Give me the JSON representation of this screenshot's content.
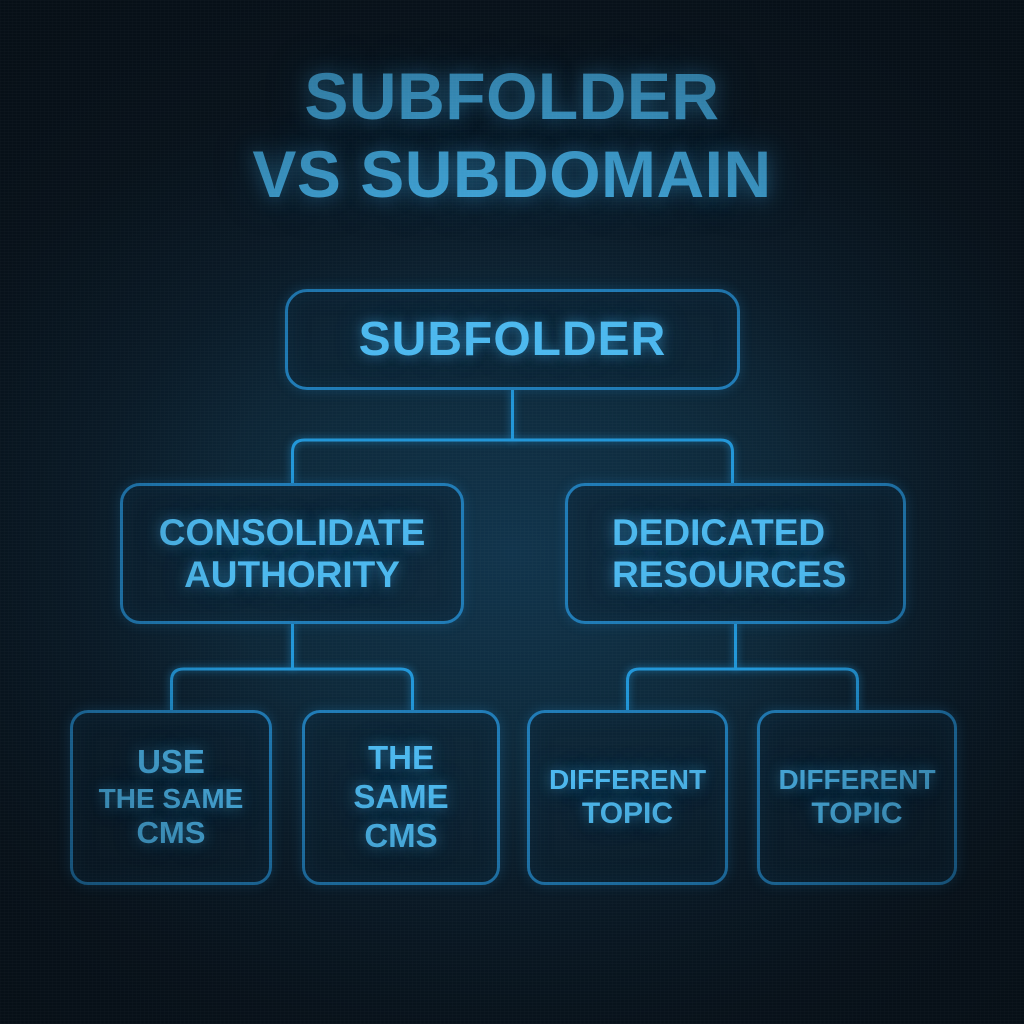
{
  "title": {
    "line1": "SUBFOLDER",
    "line2": "VS SUBDOMAIN"
  },
  "colors": {
    "background": "#0a1620",
    "background_center": "#11344c",
    "text": "#4cb8ee",
    "border": "#1f7bb6",
    "connector": "#2196d8"
  },
  "diagram": {
    "type": "tree",
    "root": {
      "label": "SUBFOLDER"
    },
    "branches": [
      {
        "label_line1": "CONSOLIDATE",
        "label_line2": "AUTHORITY"
      },
      {
        "label_line1": "DEDICATED",
        "label_line2": "RESOURCES"
      }
    ],
    "leaves": [
      {
        "line1": "USE",
        "line2": "THE SAME",
        "line3": "CMS"
      },
      {
        "line1": "THE",
        "line2": "SAME",
        "line3": "CMS"
      },
      {
        "line1": "DIFFERENT",
        "line2": "TOPIC",
        "line3": ""
      },
      {
        "line1": "DIFFERENT",
        "line2": "TOPIC",
        "line3": ""
      }
    ]
  }
}
